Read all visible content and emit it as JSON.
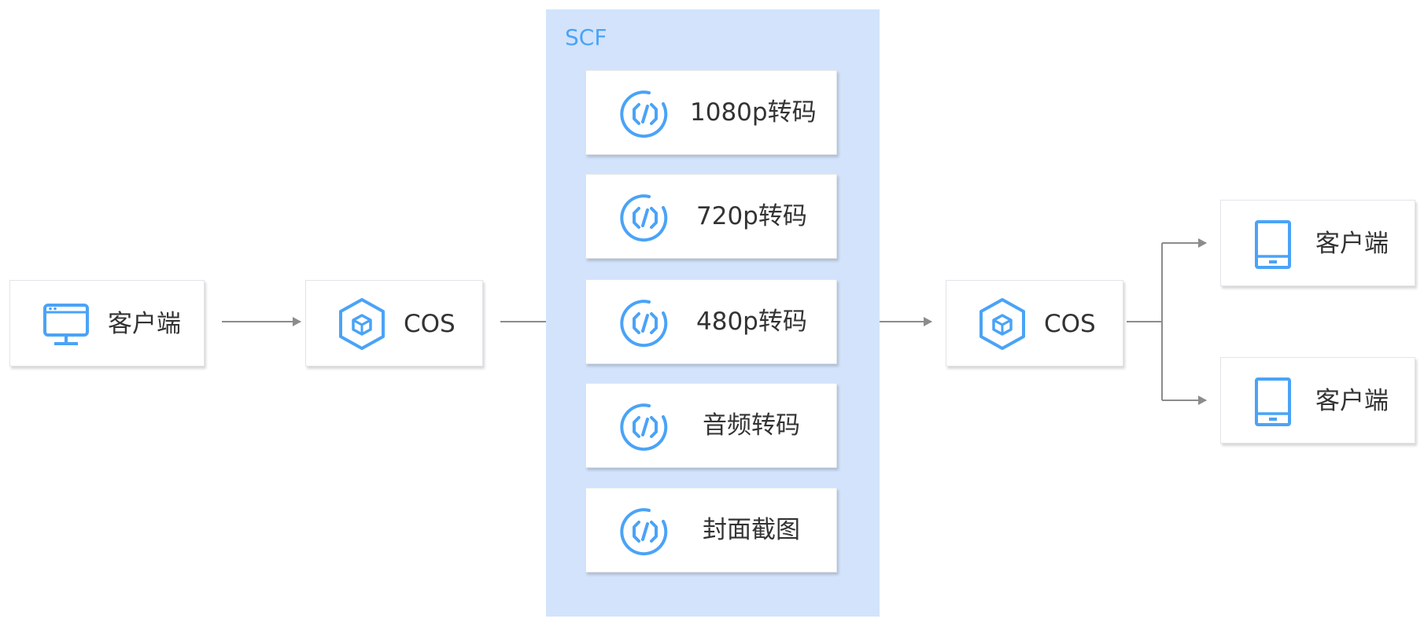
{
  "colors": {
    "accent": "#4aa3f7",
    "group_bg": "#d2e3fb",
    "arrow": "#8c8c8c"
  },
  "source_client": {
    "label": "客户端",
    "icon": "monitor-icon"
  },
  "cos_input": {
    "label": "COS",
    "icon": "cos-cube-icon"
  },
  "scf": {
    "label": "SCF",
    "functions": [
      {
        "label": "1080p转码",
        "icon": "function-icon"
      },
      {
        "label": "720p转码",
        "icon": "function-icon"
      },
      {
        "label": "480p转码",
        "icon": "function-icon"
      },
      {
        "label": "音频转码",
        "icon": "function-icon"
      },
      {
        "label": "封面截图",
        "icon": "function-icon"
      }
    ]
  },
  "cos_output": {
    "label": "COS",
    "icon": "cos-cube-icon"
  },
  "output_clients": [
    {
      "label": "客户端",
      "icon": "tablet-icon"
    },
    {
      "label": "客户端",
      "icon": "tablet-icon"
    }
  ]
}
